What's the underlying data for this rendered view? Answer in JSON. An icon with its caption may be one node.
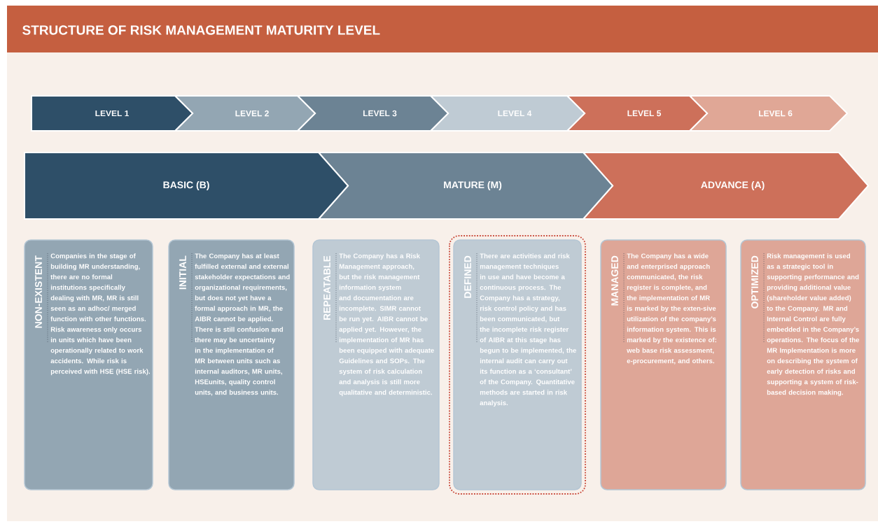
{
  "diagram": {
    "title": "STRUCTURE OF RISK MANAGEMENT MATURITY LEVEL",
    "nodes": [
      {
        "text": [
          "LEVEL 1"
        ]
      },
      {
        "text": [
          "LEVEL 2"
        ]
      },
      {
        "text": [
          "LEVEL 3"
        ]
      },
      {
        "text": [
          "LEVEL 4"
        ]
      },
      {
        "text": [
          "LEVEL 5"
        ]
      },
      {
        "text": [
          "LEVEL 6"
        ]
      },
      {
        "text": [
          "BASIC (B)"
        ]
      },
      {
        "text": [
          "MATURE (M)"
        ]
      },
      {
        "text": [
          "ADVANCE (A)"
        ]
      },
      {
        "text": [
          "NON-EXISTENT",
          "Companies in the stage of building MR understanding, there are no formal institutions specifically dealing with MR, MR is still seen as an adhoc/ merged function with other functions. Risk awareness only occurs in units which have been operationally related to work accidents. While risk is perceived with HSE (HSE risk)."
        ]
      },
      {
        "text": [
          "INITIAL",
          "The Company has at least fulfilled external and external stakeholder expectations and organizational requirements, but does not yet have a formal approach in MR, the AIBR cannot be applied. There is still confusion and there may be uncertainty in the implementation of MR between units such as internal auditors, MR units, HSEunits, quality control units, and business units."
        ]
      },
      {
        "text": [
          "REPEATABLE",
          "The Company has a Risk Management approach, but the risk management information system and documentation are incomplete. SIMR cannot be run yet. AIBR cannot be applied yet. However, the implementation of MR has been equipped with adequate Guidelines and SOPs. The system of risk calculation and analysis is still more qualitative and deterministic."
        ]
      },
      {
        "text": [
          "DEFINED",
          "There are activities and risk management techniques in use and have become a continuous process. The Company has a strategy, risk control policy and has been communicated, but the incomplete risk register of AIBR at this stage has begun to be implemented, the internal audit can carry out its function as a ‘consultant’ of the Company. Quantitative methods are started in risk analysis."
        ]
      },
      {
        "text": [
          "MANAGED",
          "The Company has a wide and enterprised approach communicated, the risk register is complete, and the implementation of MR is marked by the exten-sive utilization of the company’s information system. This is marked by the existence of: web base risk assessment, e-procurement, and others."
        ]
      },
      {
        "text": [
          "OPTIMIZED",
          "Risk management is used as a strategic tool in supporting performance and providing additional value (shareholder value added) to the Company. MR and Internal Control are fully embedded in the Company’s operations. The focus of the MR Implementation is more on describing the system of early detection of risks and supporting a system of risk-based decision making."
        ]
      }
    ]
  }
}
